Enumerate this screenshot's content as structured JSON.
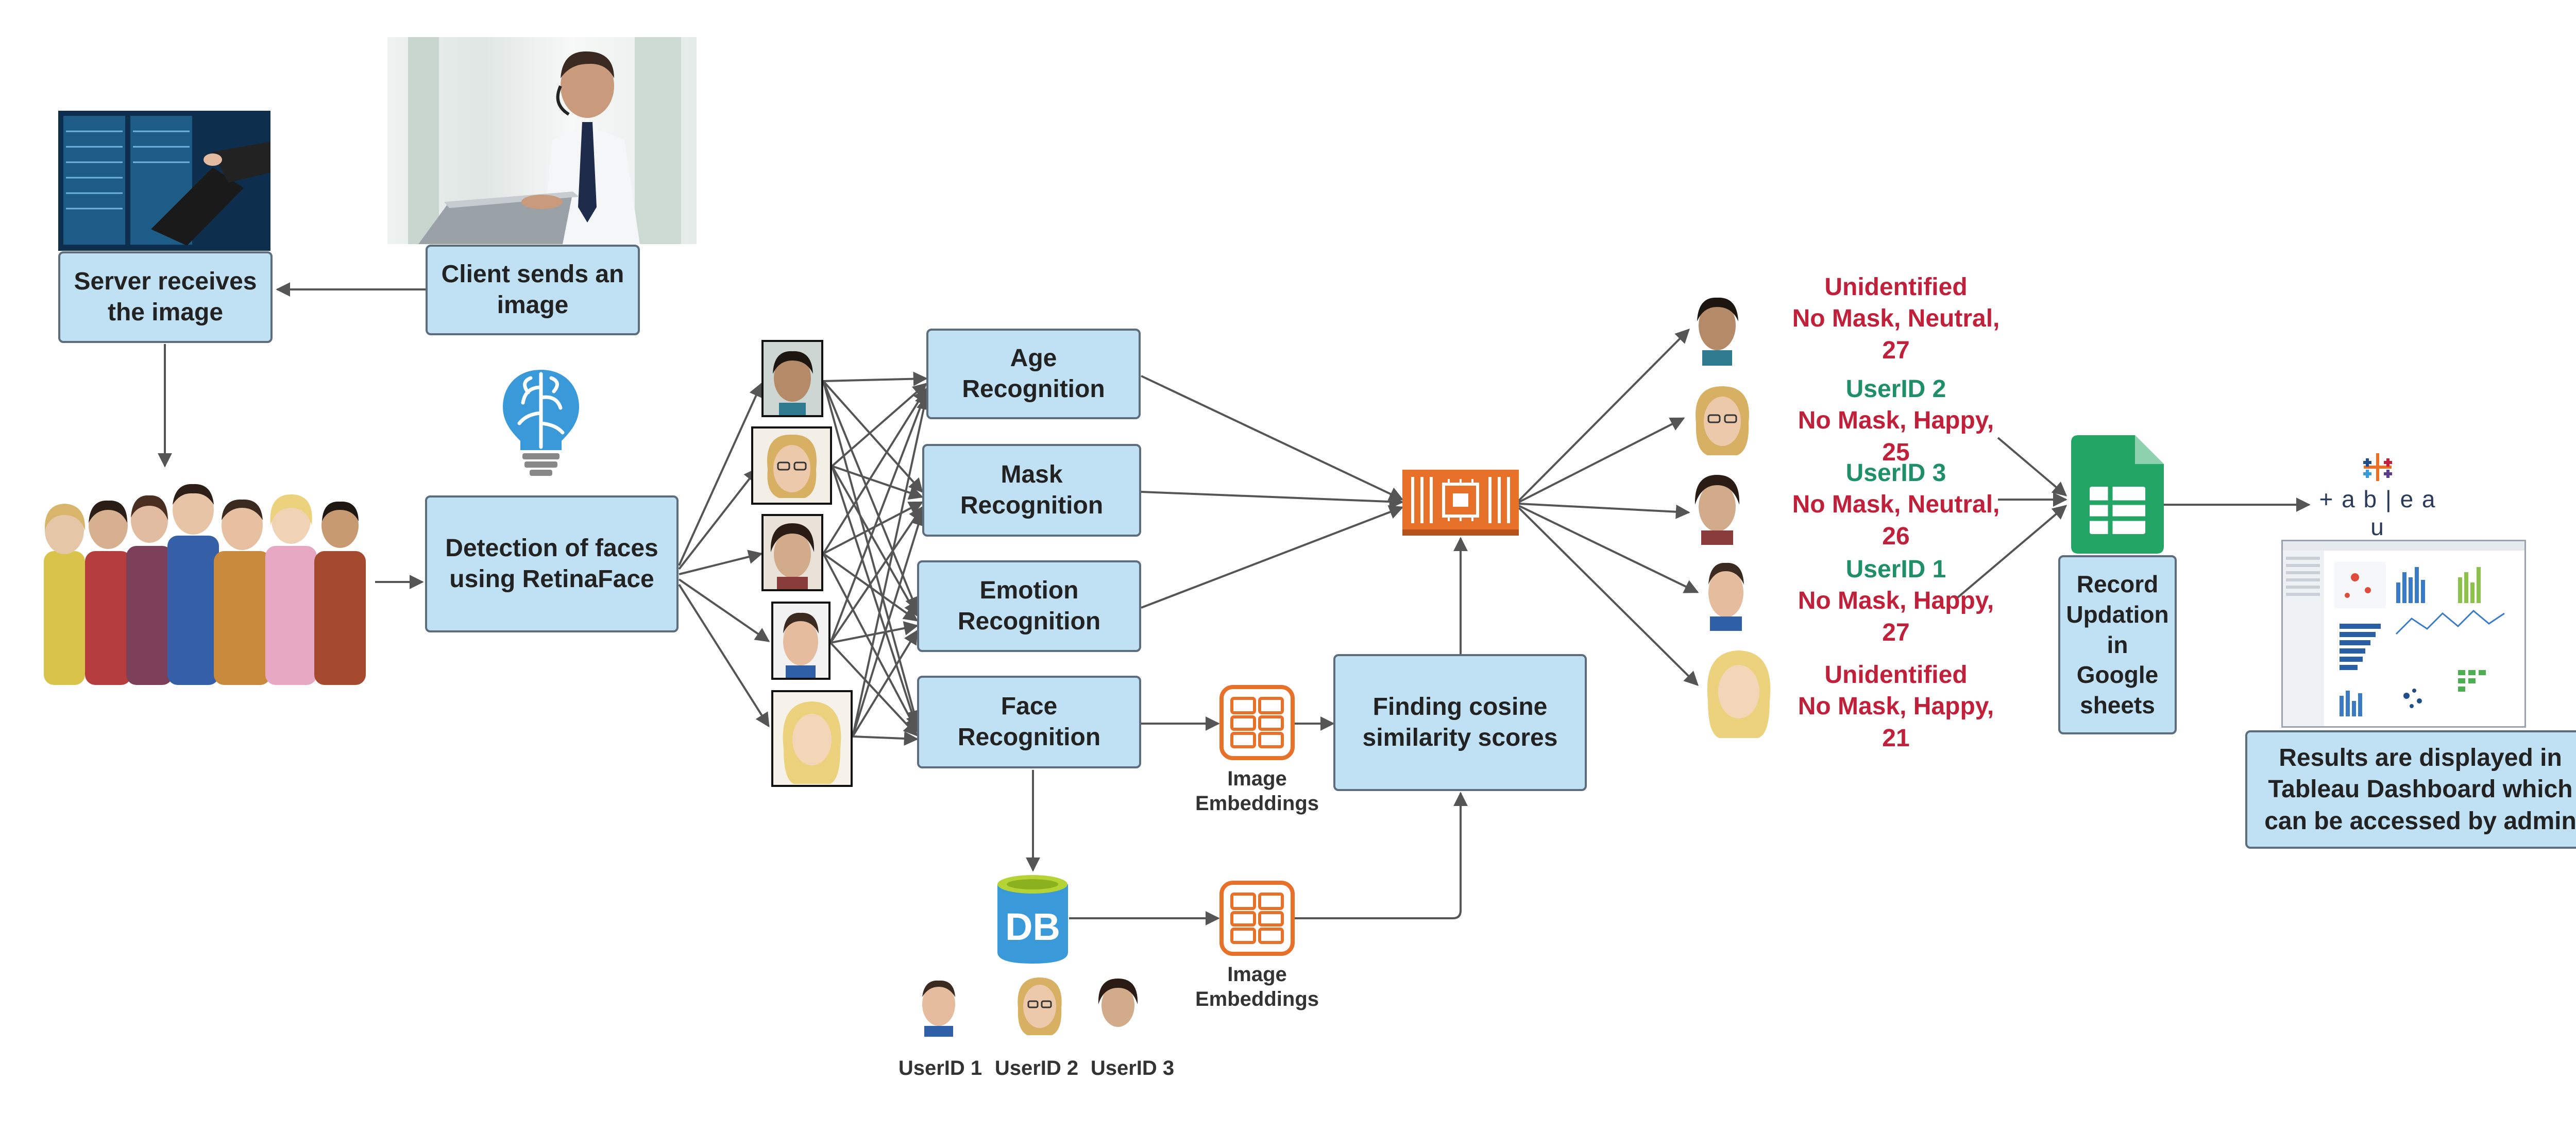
{
  "steps": {
    "client": "Client sends an\nimage",
    "server": "Server receives\nthe image",
    "detection": "Detection of faces\nusing RetinaFace",
    "age": "Age\nRecognition",
    "mask": "Mask\nRecognition",
    "emotion": "Emotion\nRecognition",
    "face": "Face\nRecognition",
    "cosine": "Finding cosine\nsimilarity scores",
    "record": "Record\nUpdation\nin\nGoogle\nsheets",
    "results": "Results are displayed in\nTableau Dashboard which\ncan be accessed by admin"
  },
  "embeddings_label": "Image\nEmbeddings",
  "db_label": "DB",
  "tableau_label": "+ a b | e a u",
  "users": [
    "UserID 1",
    "UserID 2",
    "UserID 3"
  ],
  "results": [
    {
      "user": "Unidentified",
      "attrs": "No Mask, Neutral,\n27",
      "identified": false
    },
    {
      "user": "UserID 2",
      "attrs": "No Mask, Happy,\n25",
      "identified": true
    },
    {
      "user": "UserID 3",
      "attrs": "No Mask, Neutral,\n26",
      "identified": true
    },
    {
      "user": "UserID 1",
      "attrs": "No Mask, Happy,\n27",
      "identified": true
    },
    {
      "user": "Unidentified",
      "attrs": "No Mask, Happy,\n21",
      "identified": false
    }
  ],
  "colors": {
    "box_fill": "#c0e0f4",
    "box_border": "#5d6d7e",
    "arrow": "#555555",
    "aws_orange": "#e8712a",
    "sheets_green": "#23a566",
    "db_blue": "#3a9ad9",
    "brain_blue": "#3a9ad9",
    "unidentified": "#c0203a",
    "identified": "#1f8f6a"
  },
  "icons": [
    "brain-lightbulb-icon",
    "processor-chip-icon",
    "embeddings-icon",
    "database-icon",
    "google-sheets-icon",
    "tableau-logo-icon"
  ]
}
